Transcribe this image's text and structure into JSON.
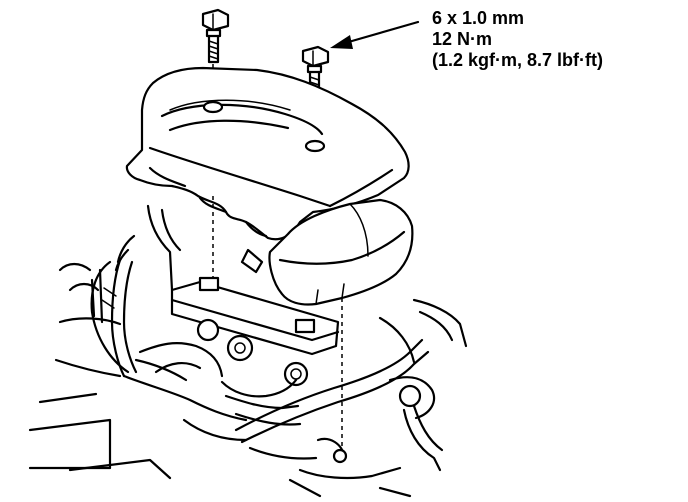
{
  "callout": {
    "bolt_size": "6 x 1.0 mm",
    "torque_nm": "12 N·m",
    "torque_other": "(1.2 kgf·m, 8.7 lbf·ft)"
  }
}
